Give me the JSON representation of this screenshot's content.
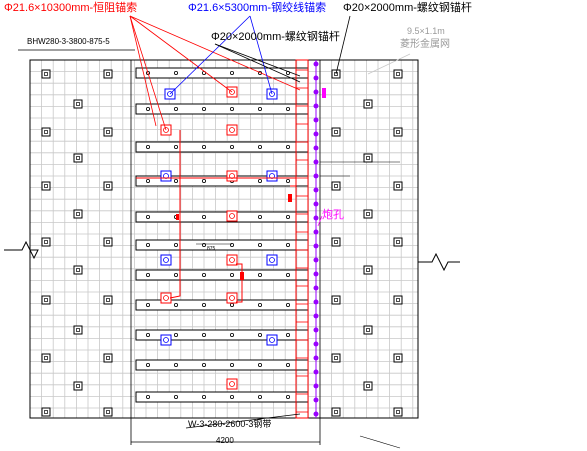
{
  "labels": {
    "anchor_cable_red": "Φ21.6×10300mm-恒阻锚索",
    "anchor_cable_blue": "Φ21.6×5300mm-钢绞线锚索",
    "rebar_bolt_top": "Φ20×2000mm-螺纹钢锚杆",
    "rebar_bolt_mid": "Φ20×2000mm-螺纹钢锚杆",
    "mesh_spec": "9.5×1.1m",
    "mesh_name": "菱形金属网",
    "beam_spec": "BHW280-3-3800-875-5",
    "blast_hole": "炮孔",
    "steel_strip": "W-3-280-2600-3钢带",
    "width_dim": "4200",
    "small_dim": "875"
  },
  "colors": {
    "red_cable": "#ff0000",
    "blue_cable": "#0000ff",
    "hole": "#9900ff",
    "grid": "#c8c8c8",
    "line": "#000000",
    "mag_text": "#ff00ff"
  }
}
